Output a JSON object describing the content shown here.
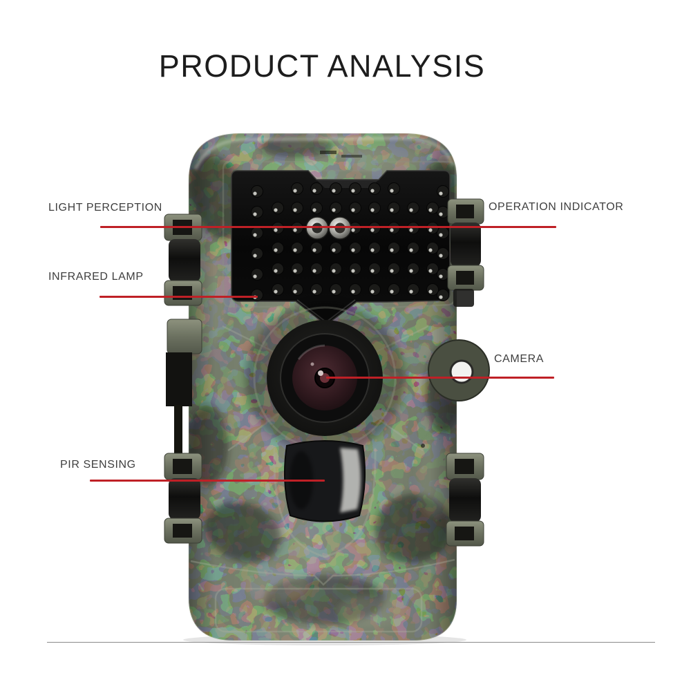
{
  "title": "PRODUCT ANALYSIS",
  "colors": {
    "callout_line": "#bf2026",
    "divider": "#8a8a8a",
    "title_text": "#1d1d1d",
    "label_text": "#3e3e3e"
  },
  "callouts": [
    {
      "label": "LIGHT PERCEPTION",
      "side": "left"
    },
    {
      "label": "INFRARED LAMP",
      "side": "left"
    },
    {
      "label": "OPERATION INDICATOR",
      "side": "right"
    },
    {
      "label": "CAMERA",
      "side": "right"
    },
    {
      "label": "PIR SENSING",
      "side": "left"
    }
  ]
}
